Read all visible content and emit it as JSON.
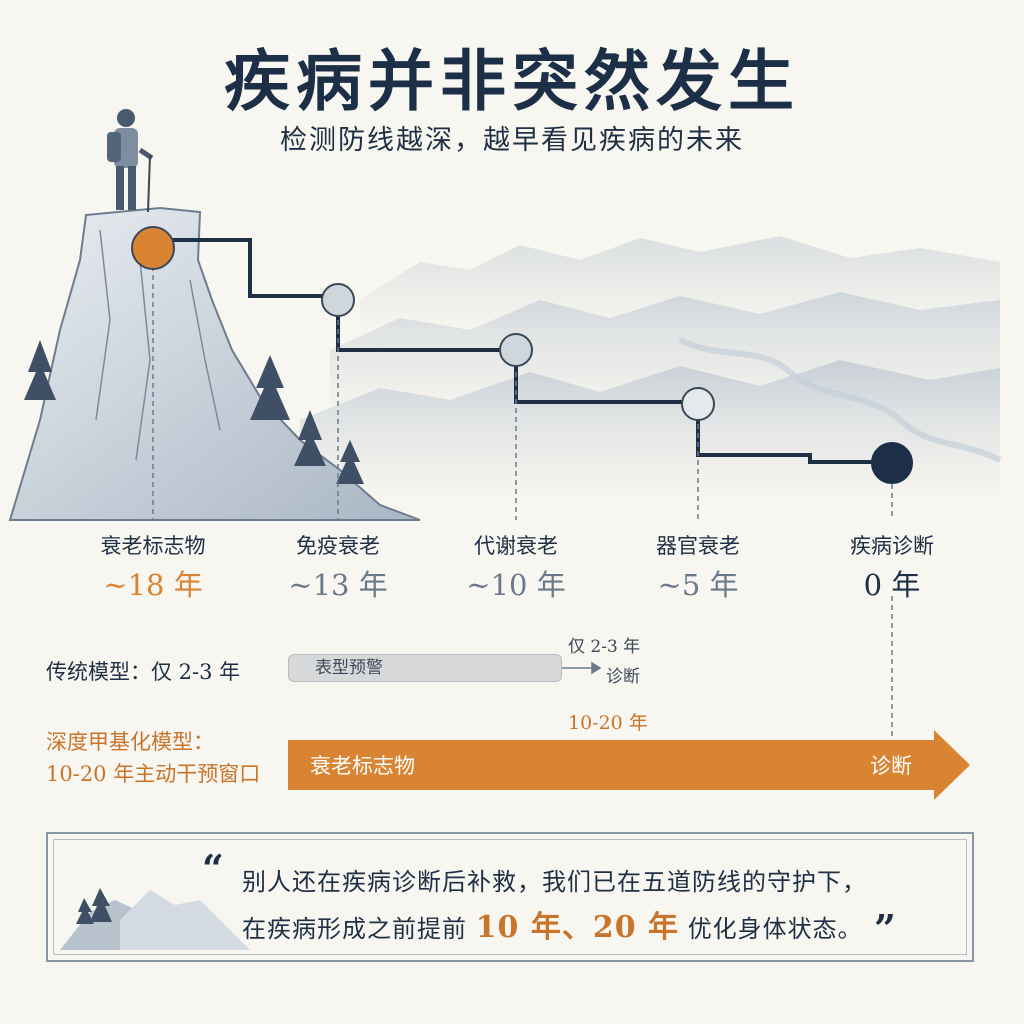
{
  "title": "疾病并非突然发生",
  "subtitle": "检测防线越深，越早看见疾病的未来",
  "stages": [
    {
      "label": "衰老标志物",
      "years": "~18 年",
      "color": "#d98432"
    },
    {
      "label": "免疫衰老",
      "years": "~13 年",
      "color": "#cfd6dc"
    },
    {
      "label": "代谢衰老",
      "years": "~10 年",
      "color": "#cfd6dc"
    },
    {
      "label": "器官衰老",
      "years": "~5 年",
      "color": "#e5e9ec"
    },
    {
      "label": "疾病诊断",
      "years": "0 年",
      "color": "#1c2f47"
    }
  ],
  "traditional": {
    "label": "传统模型：仅 2-3 年",
    "bar_text": "表型预警",
    "note_top": "仅 2-3 年",
    "note_bottom": "诊断"
  },
  "deep": {
    "label_line1": "深度甲基化模型：",
    "label_line2": "10-20 年主动干预窗口",
    "range": "10-20 年",
    "arrow_start": "衰老标志物",
    "arrow_end": "诊断"
  },
  "quote": {
    "line1": "别人还在疾病诊断后补救，我们已在五道防线的守护下，",
    "line2_pre": "在疾病形成之前提前",
    "hl1": "10 年",
    "sep": "、",
    "hl2": "20 年",
    "line2_post": "优化身体状态。",
    "open_mark": "“",
    "close_mark": "”"
  },
  "colors": {
    "accent": "#d98432",
    "navy": "#1c2f47",
    "ink": "#6b7a8b"
  }
}
